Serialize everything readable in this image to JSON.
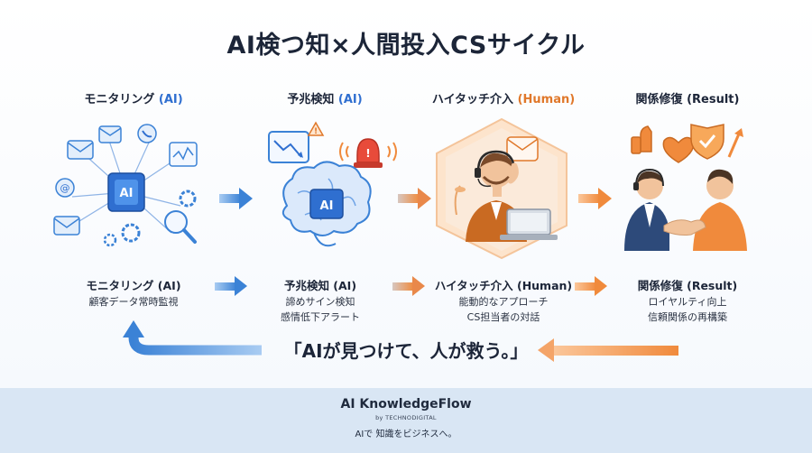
{
  "title": "AI検つ知×人間投入CSサイクル",
  "stages": [
    {
      "head_main": "モニタリング ",
      "head_accent": "(AI)",
      "head_color": "#2f6fd0",
      "sub_title": "モニタリング (AI)",
      "desc": [
        "顧客データ常時監視"
      ],
      "icon": "ai-chip-network-icon"
    },
    {
      "head_main": "予兆検知 ",
      "head_accent": "(AI)",
      "head_color": "#2f6fd0",
      "sub_title": "予兆検知 (AI)",
      "desc": [
        "諦めサイン検知",
        "感情低下アラート"
      ],
      "icon": "ai-brain-alert-icon"
    },
    {
      "head_main": "ハイタッチ介入 ",
      "head_accent": "(Human)",
      "head_color": "#e0782a",
      "sub_title": "ハイタッチ介入 (Human)",
      "desc": [
        "能動的なアプローチ",
        "CS担当者の対話"
      ],
      "icon": "support-agent-icon"
    },
    {
      "head_main": "関係修復 ",
      "head_accent": "(Result)",
      "head_color": "#1c2538",
      "sub_title": "関係修復 (Result)",
      "desc": [
        "ロイヤルティ向上",
        "信頼関係の再構築"
      ],
      "icon": "handshake-icon"
    }
  ],
  "slogan": "「AIが見つけて、人が救う。」",
  "footer": {
    "brand": "AI KnowledgeFlow",
    "byline": "by TECHNODIGITAL",
    "tagline": "AIで 知識をビジネスへ。"
  },
  "colors": {
    "blue": "#3b82d6",
    "orange": "#f08a3c",
    "footer_bg": "#d9e6f4"
  }
}
